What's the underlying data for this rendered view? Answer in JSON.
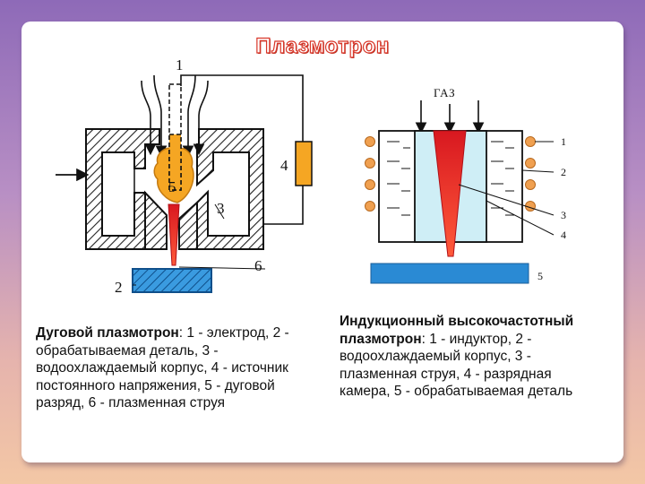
{
  "slide": {
    "title": "Плазмотрон"
  },
  "arc_plasmatron": {
    "labels": [
      "1",
      "2",
      "3",
      "4",
      "5",
      "6"
    ],
    "caption_title": "Дуговой плазмотрон",
    "caption_body": ": 1 - электрод, 2 - обрабатываемая деталь, 3 - водоохлаждаемый корпус, 4 - источник постоянного напряжения, 5 - дуговой разряд, 6 - плазменная струя"
  },
  "induction_plasmatron": {
    "gas_label": "ГАЗ",
    "labels": [
      "1",
      "2",
      "3",
      "4",
      "5"
    ],
    "caption_title": "Индукционный высокочастотный плазмотрон",
    "caption_body": ": 1 - индуктор, 2 - водоохлаждаемый корпус, 3 - плазменная струя, 4 - разрядная камера, 5 - обрабатываемая деталь"
  },
  "colors": {
    "title_outline": "#d9382a",
    "plasma_red": "#e8202a",
    "arc_orange": "#f5a623",
    "workpiece_blue": "#2a8ad4",
    "coil_orange": "#f0a050",
    "chamber_blue": "#cfeef6"
  }
}
